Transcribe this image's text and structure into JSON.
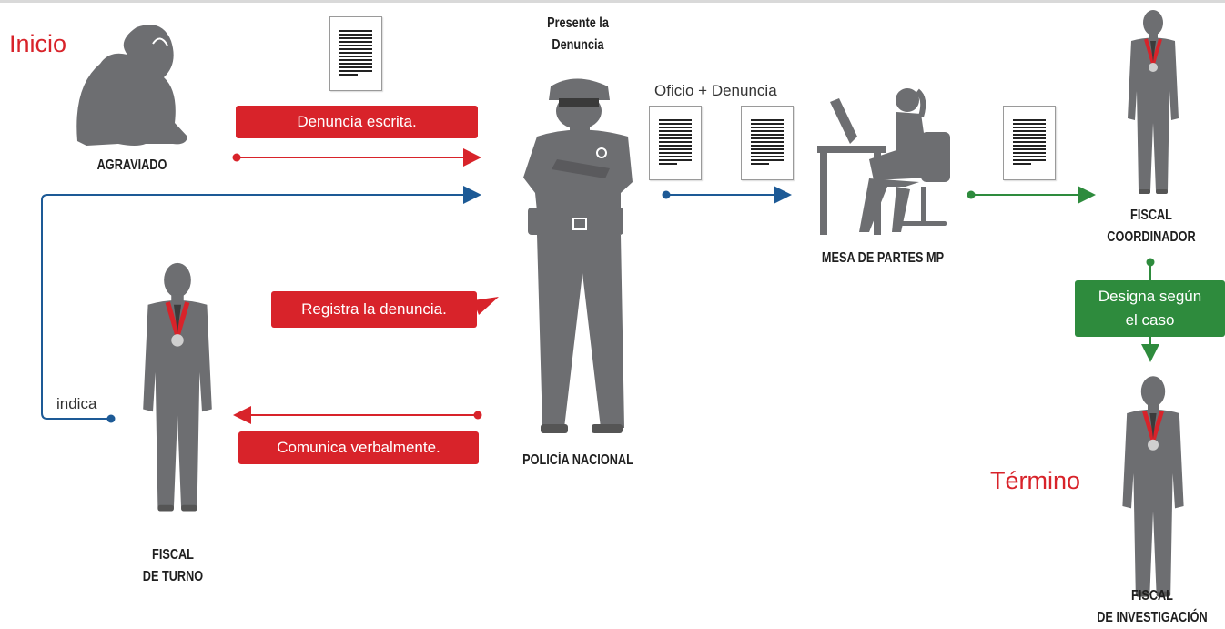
{
  "start_label": "Inicio",
  "end_label": "Término",
  "actors": {
    "agraviado": "AGRAVIADO",
    "presente_line1": "Presente la",
    "presente_line2": "Denuncia",
    "policia": "POLICÍA NACIONAL",
    "mesa": "MESA DE PARTES MP",
    "coord_line1": "FISCAL",
    "coord_line2": "COORDINADOR",
    "turno_line1": "FISCAL",
    "turno_line2": "DE TURNO",
    "invest_line1": "FISCAL",
    "invest_line2": "DE INVESTIGACIÓN"
  },
  "messages": {
    "denuncia_escrita": "Denuncia escrita.",
    "oficio": "Oficio + Denuncia",
    "registra": "Registra la denuncia.",
    "comunica": "Comunica verbalmente.",
    "indica": "indica",
    "designa_line1": "Designa según",
    "designa_line2": "el caso"
  },
  "colors": {
    "red": "#d8232a",
    "blue": "#1d5a96",
    "green": "#2e8b3d",
    "figure": "#6d6e71"
  }
}
